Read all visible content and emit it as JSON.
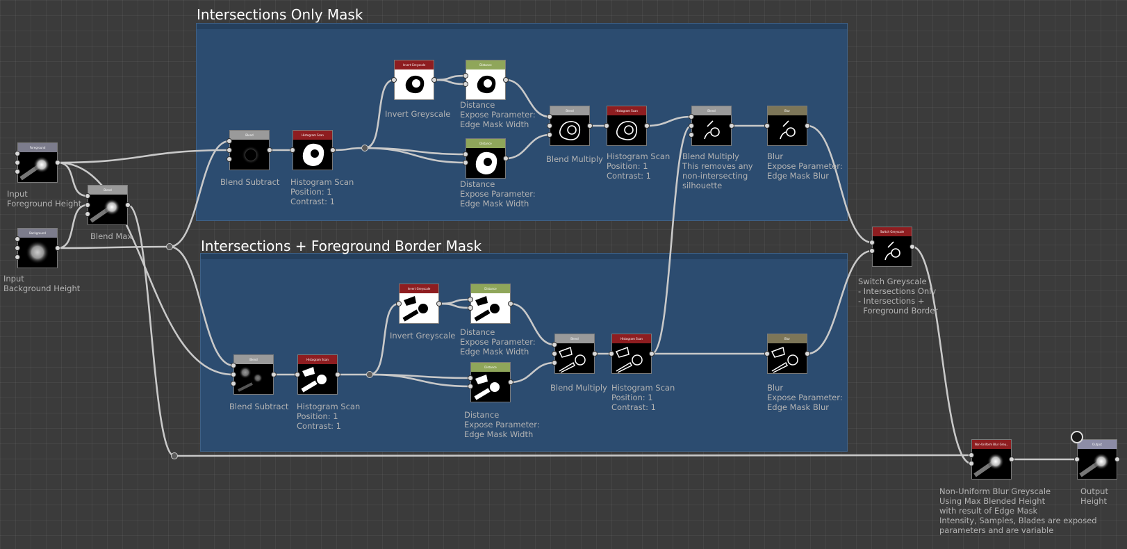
{
  "frames": {
    "top_title": "Intersections Only Mask",
    "bottom_title": "Intersections + Foreground Border Mask"
  },
  "nodes": {
    "fg_in": {
      "header": "Foreground",
      "label": [
        "Input",
        "Foreground Height"
      ]
    },
    "bg_in": {
      "header": "Background",
      "label": [
        "Input",
        "Background Height"
      ]
    },
    "blend_max": {
      "header": "Blend",
      "label": [
        "Blend Max"
      ]
    },
    "t_sub": {
      "header": "Blend",
      "label": [
        "Blend Subtract"
      ]
    },
    "t_hist": {
      "header": "Histogram Scan",
      "label": [
        "Histogram Scan",
        "Position: 1",
        "Contrast: 1"
      ]
    },
    "t_inv": {
      "header": "Invert Greyscale",
      "label": [
        "Invert Greyscale"
      ]
    },
    "t_dist1": {
      "header": "Distance",
      "label": [
        "Distance",
        "Expose Parameter:",
        "Edge Mask Width"
      ]
    },
    "t_dist2": {
      "header": "Distance",
      "label": [
        "Distance",
        "Expose Parameter:",
        "Edge Mask Width"
      ]
    },
    "t_mult": {
      "header": "Blend",
      "label": [
        "Blend Multiply"
      ]
    },
    "t_hist2": {
      "header": "Histogram Scan",
      "label": [
        "Histogram Scan",
        "Position: 1",
        "Contrast: 1"
      ]
    },
    "t_mult2": {
      "header": "Blend",
      "label": [
        "Blend Multiply",
        "This removes any",
        "non-intersecting",
        "silhouette"
      ]
    },
    "t_blur": {
      "header": "Blur",
      "label": [
        "Blur",
        "Expose Parameter:",
        "Edge Mask Blur"
      ]
    },
    "switch": {
      "header": "Switch Greyscale",
      "label": [
        "Switch Greyscale",
        "- Intersections Only",
        "- Intersections +",
        "  Foreground Border"
      ]
    },
    "b_sub": {
      "header": "Blend",
      "label": [
        "Blend Subtract"
      ]
    },
    "b_hist": {
      "header": "Histogram Scan",
      "label": [
        "Histogram Scan",
        "Position: 1",
        "Contrast: 1"
      ]
    },
    "b_inv": {
      "header": "Invert Greyscale",
      "label": [
        "Invert Greyscale"
      ]
    },
    "b_dist1": {
      "header": "Distance",
      "label": [
        "Distance",
        "Expose Parameter:",
        "Edge Mask Width"
      ]
    },
    "b_dist2": {
      "header": "Distance",
      "label": [
        "Distance",
        "Expose Parameter:",
        "Edge Mask Width"
      ]
    },
    "b_mult": {
      "header": "Blend",
      "label": [
        "Blend Multiply"
      ]
    },
    "b_hist2": {
      "header": "Histogram Scan",
      "label": [
        "Histogram Scan",
        "Position: 1",
        "Contrast: 1"
      ]
    },
    "b_blur": {
      "header": "Blur",
      "label": [
        "Blur",
        "Expose Parameter:",
        "Edge Mask Blur"
      ]
    },
    "nublur": {
      "header": "Non-Uniform Blur Grey...",
      "label": [
        "Non-Uniform Blur Greyscale",
        "Using Max Blended Height",
        "with result of Edge Mask",
        "Intensity, Samples, Blades are exposed",
        "parameters and are variable"
      ]
    },
    "output": {
      "header": "Output",
      "label": [
        "Output",
        "Height"
      ]
    }
  },
  "colors": {
    "header_grey": "#9a9a9a",
    "header_red": "#8e1d20",
    "header_green": "#8fa65a",
    "header_olive": "#7d7658",
    "header_output": "#8c8ca6",
    "header_input": "#7c7c8c",
    "frame_fill": "#2c4c70",
    "wire": "#c9c9c9"
  }
}
